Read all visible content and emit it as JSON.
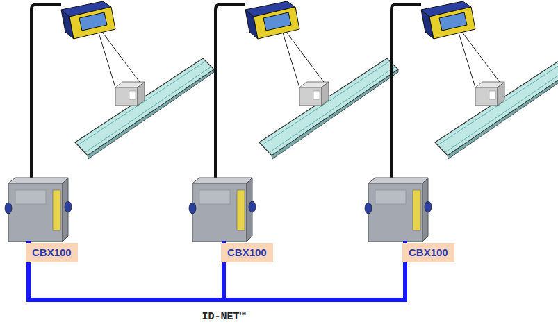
{
  "diagram": {
    "nodes": [
      {
        "text": [
          "CBX100"
        ]
      },
      {
        "text": [
          "CBX100"
        ]
      },
      {
        "text": [
          "CBX100"
        ]
      }
    ],
    "edges": [
      {
        "from": 0,
        "to": 1,
        "arrow": "none"
      },
      {
        "from": 1,
        "to": 2,
        "arrow": "none"
      }
    ],
    "labels": [
      "ID-NET™"
    ]
  }
}
